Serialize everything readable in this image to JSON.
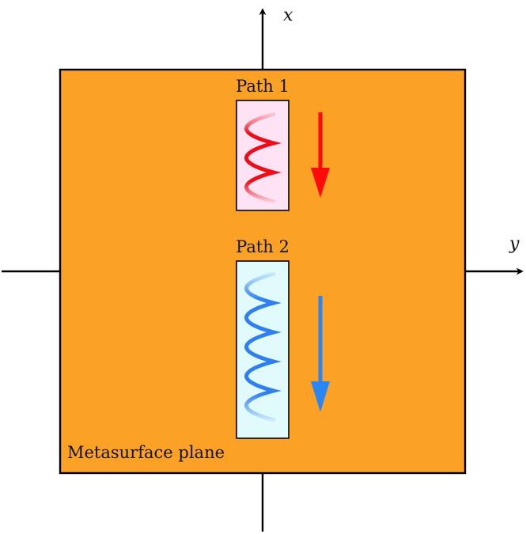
{
  "axes": {
    "x_label": "x",
    "y_label": "y"
  },
  "plane": {
    "label": "Metasurface plane",
    "color": "#fba226"
  },
  "paths": [
    {
      "label": "Path 1",
      "wave_color": "#ee0c18",
      "box_color": "#fde3f3",
      "arrow_color": "#ff0a0a",
      "direction": "down"
    },
    {
      "label": "Path 2",
      "wave_color": "#2f7ff0",
      "box_color": "#e1fbfd",
      "arrow_color": "#2b86f2",
      "direction": "down"
    }
  ]
}
